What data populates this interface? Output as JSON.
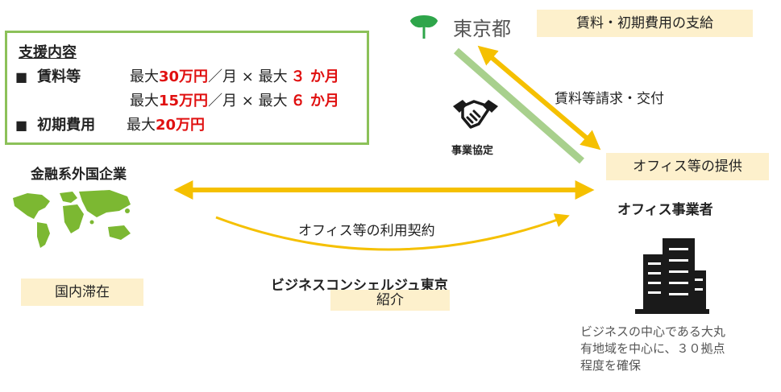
{
  "support": {
    "title": "支援内容",
    "rent_label": "賃料等",
    "rent_line1_pre": "最大",
    "rent_line1_amount": "30万円",
    "rent_line1_mid": "／月 × 最大",
    "rent_line1_months": "３ か月",
    "rent_line2_pre": "最大",
    "rent_line2_amount": "15万円",
    "rent_line2_mid": "／月 × 最大",
    "rent_line2_months": "６ か月",
    "initial_label": "初期費用",
    "initial_pre": "最大",
    "initial_amount": "20万円"
  },
  "tokyo": {
    "name": "東京都",
    "subsidy_tag": "賃料・初期費用の支給",
    "request_label": "賃料等請求・交付",
    "agreement_label": "事業協定"
  },
  "foreign": {
    "title": "金融系外国企業",
    "stay_tag": "国内滞在"
  },
  "office": {
    "provide_tag": "オフィス等の提供",
    "title": "オフィス事業者",
    "note": "ビジネスの中心である大丸\n有地域を中心に、３０拠点\n程度を確保"
  },
  "contract_label": "オフィス等の利用契約",
  "concierge": {
    "title": "ビジネスコンシェルジュ東京",
    "intro_tag": "紹介"
  },
  "colors": {
    "green_border": "#8cc159",
    "arrow_yellow": "#f5c000",
    "line_green": "#a8d08d",
    "tag_bg": "#fdf0cc",
    "map_green": "#7cb832",
    "logo_green": "#2ea54a",
    "red": "#e01010"
  },
  "icons": {
    "logo": "ginkgo-leaf-icon",
    "agreement": "handshake-icon",
    "map": "world-map-icon",
    "building": "building-icon"
  }
}
